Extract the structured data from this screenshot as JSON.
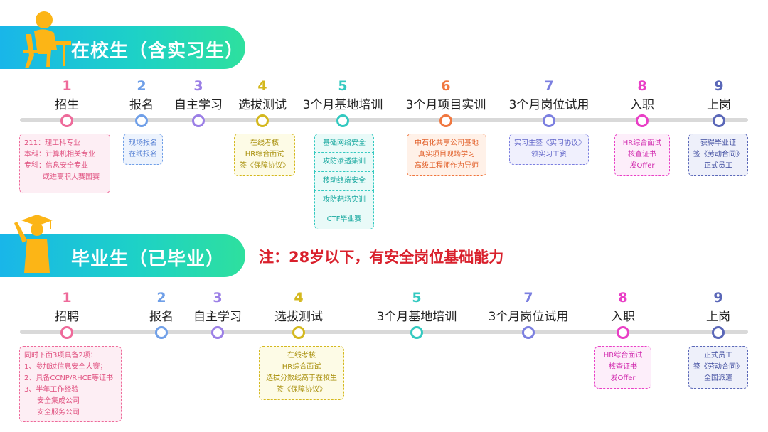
{
  "section1": {
    "title": "在校生（含实习生）"
  },
  "section2": {
    "title": "毕业生（已毕业）"
  },
  "note": "注：28岁以下，有安全岗位基础能力",
  "colors": {
    "pink": "#ee6a9a",
    "blue": "#6f9fe8",
    "purple": "#9b7fe6",
    "olive": "#d4b81e",
    "teal": "#33c9c0",
    "orange": "#f0773f",
    "violet": "#b06ee8",
    "magenta": "#e93fc6",
    "navy": "#5a67b8",
    "banner_from": "#19b6e9",
    "banner_to": "#2ee09e",
    "note": "#d9202c"
  },
  "timeline1": [
    {
      "num": "1",
      "name": "招生",
      "color": "#ee6a9a"
    },
    {
      "num": "2",
      "name": "报名",
      "color": "#6f9fe8"
    },
    {
      "num": "3",
      "name": "自主学习",
      "color": "#9b7fe6"
    },
    {
      "num": "4",
      "name": "选拔测试",
      "color": "#d4b81e"
    },
    {
      "num": "5",
      "name": "3个月基地培训",
      "color": "#33c9c0"
    },
    {
      "num": "6",
      "name": "3个月项目实训",
      "color": "#f0773f"
    },
    {
      "num": "7",
      "name": "3个月岗位试用",
      "color": "#7b7fe0"
    },
    {
      "num": "8",
      "name": "入职",
      "color": "#e93fc6"
    },
    {
      "num": "9",
      "name": "上岗",
      "color": "#5a67b8"
    }
  ],
  "timeline2": [
    {
      "num": "1",
      "name": "招聘",
      "color": "#ee6a9a"
    },
    {
      "num": "2",
      "name": "报名",
      "color": "#6f9fe8"
    },
    {
      "num": "3",
      "name": "自主学习",
      "color": "#9b7fe6"
    },
    {
      "num": "4",
      "name": "选拔测试",
      "color": "#d4b81e"
    },
    {
      "num": "5",
      "name": "3个月基地培训",
      "color": "#33c9c0"
    },
    {
      "num": "7",
      "name": "3个月岗位试用",
      "color": "#7b7fe0"
    },
    {
      "num": "8",
      "name": "入职",
      "color": "#e93fc6"
    },
    {
      "num": "9",
      "name": "上岗",
      "color": "#5a67b8"
    }
  ],
  "boxes1": {
    "zhaosheng": [
      "211：理工科专业",
      "本科：计算机相关专业",
      "专科：信息安全专业",
      "或进高职大赛国赛"
    ],
    "baoming": [
      "现场报名",
      "在线报名"
    ],
    "test": [
      "在线考核",
      "HR综合面试",
      "签《保障协议》"
    ],
    "training": [
      "基础网络安全",
      "攻防渗透集训",
      "移动终端安全",
      "攻防靶场实训",
      "CTF毕业赛"
    ],
    "project": [
      "中石化共享公司基地",
      "真实项目现场学习",
      "高级工程师作为导师"
    ],
    "trial": [
      "实习生签《实习协议》",
      "领实习工资"
    ],
    "entry": [
      "HR综合面试",
      "核查证书",
      "发Offer"
    ],
    "post": [
      "获得毕业证",
      "签《劳动合同》",
      "正式员工"
    ]
  },
  "boxes2": {
    "zhaopin": [
      "同时下面3项具备2项：",
      "1、参加过信息安全大赛；",
      "2、具备CCNP/RHCE等证书",
      "3、半年工作经验",
      "安全集成公司",
      "安全服务公司"
    ],
    "test": [
      "在线考核",
      "HR综合面试",
      "选拔分数线高于在校生",
      "签《保障协议》"
    ],
    "entry": [
      "HR综合面试",
      "核查证书",
      "发Offer"
    ],
    "post": [
      "正式员工",
      "签《劳动合同》",
      "全国派遣"
    ]
  }
}
